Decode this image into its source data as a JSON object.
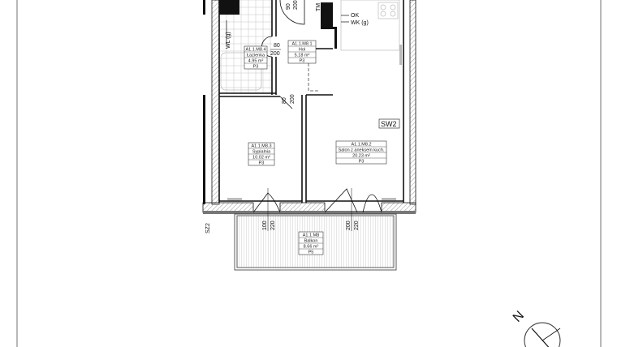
{
  "rooms": [
    {
      "code": "A1.1.M8.4",
      "name": "Łazienka",
      "area": "4.95 m²",
      "finish": "P3"
    },
    {
      "code": "A1.1.M8.1",
      "name": "Hol",
      "area": "5.18 m²",
      "finish": "P3"
    },
    {
      "code": "A1.1.M8.3",
      "name": "Sypialnia",
      "area": "10.02 m²",
      "finish": "P3"
    },
    {
      "code": "A1.1.M8.2",
      "name": "Salon z aneksem kuch.",
      "area": "20.23 m²",
      "finish": "P3"
    },
    {
      "code": "A1.1.M8",
      "name": "Balkon",
      "area": "8.66 m²",
      "finish": "P5"
    }
  ],
  "annotations": {
    "ok": "OK",
    "wk": "WK (g)",
    "wl": "WL (g)",
    "tm": "TM",
    "sw2": "SW2",
    "sz2": "SZ2",
    "north": "N"
  },
  "doors": {
    "entry_w": "90",
    "entry_h": "200",
    "bath_w": "80",
    "bath_h": "200",
    "bed_w": "80",
    "bed_h": "200",
    "bal1_w": "100",
    "bal1_h": "220",
    "bal2_w": "200",
    "bal2_h": "220"
  },
  "colors": {
    "wall": "#111111",
    "hatch": "#999999",
    "sill": "#bbbbbb"
  }
}
